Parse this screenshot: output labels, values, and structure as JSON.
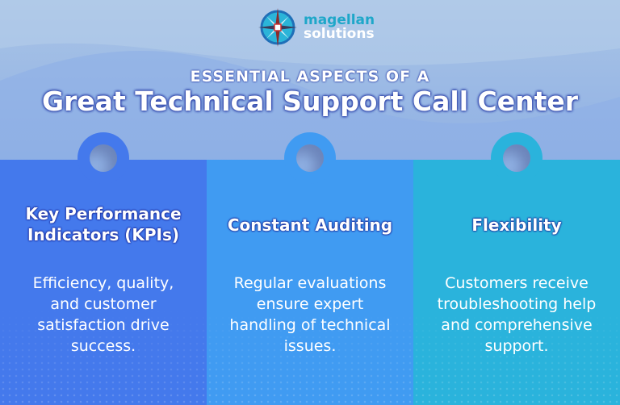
{
  "logo": {
    "line1": "magellan",
    "line2": "solutions",
    "icon": "compass-icon"
  },
  "header": {
    "subtitle": "ESSENTIAL ASPECTS OF A",
    "title": "Great Technical Support Call Center"
  },
  "colors": {
    "card1": "#4479ec",
    "card2": "#409bf2",
    "card3": "#2ab3dc"
  },
  "cards": [
    {
      "title": "Key Performance Indicators (KPIs)",
      "body": "Efficiency, quality, and customer satisfaction drive success."
    },
    {
      "title": "Constant Auditing",
      "body": "Regular evaluations ensure expert handling of technical issues."
    },
    {
      "title": "Flexibility",
      "body": "Customers receive troubleshooting help and comprehensive support."
    }
  ]
}
